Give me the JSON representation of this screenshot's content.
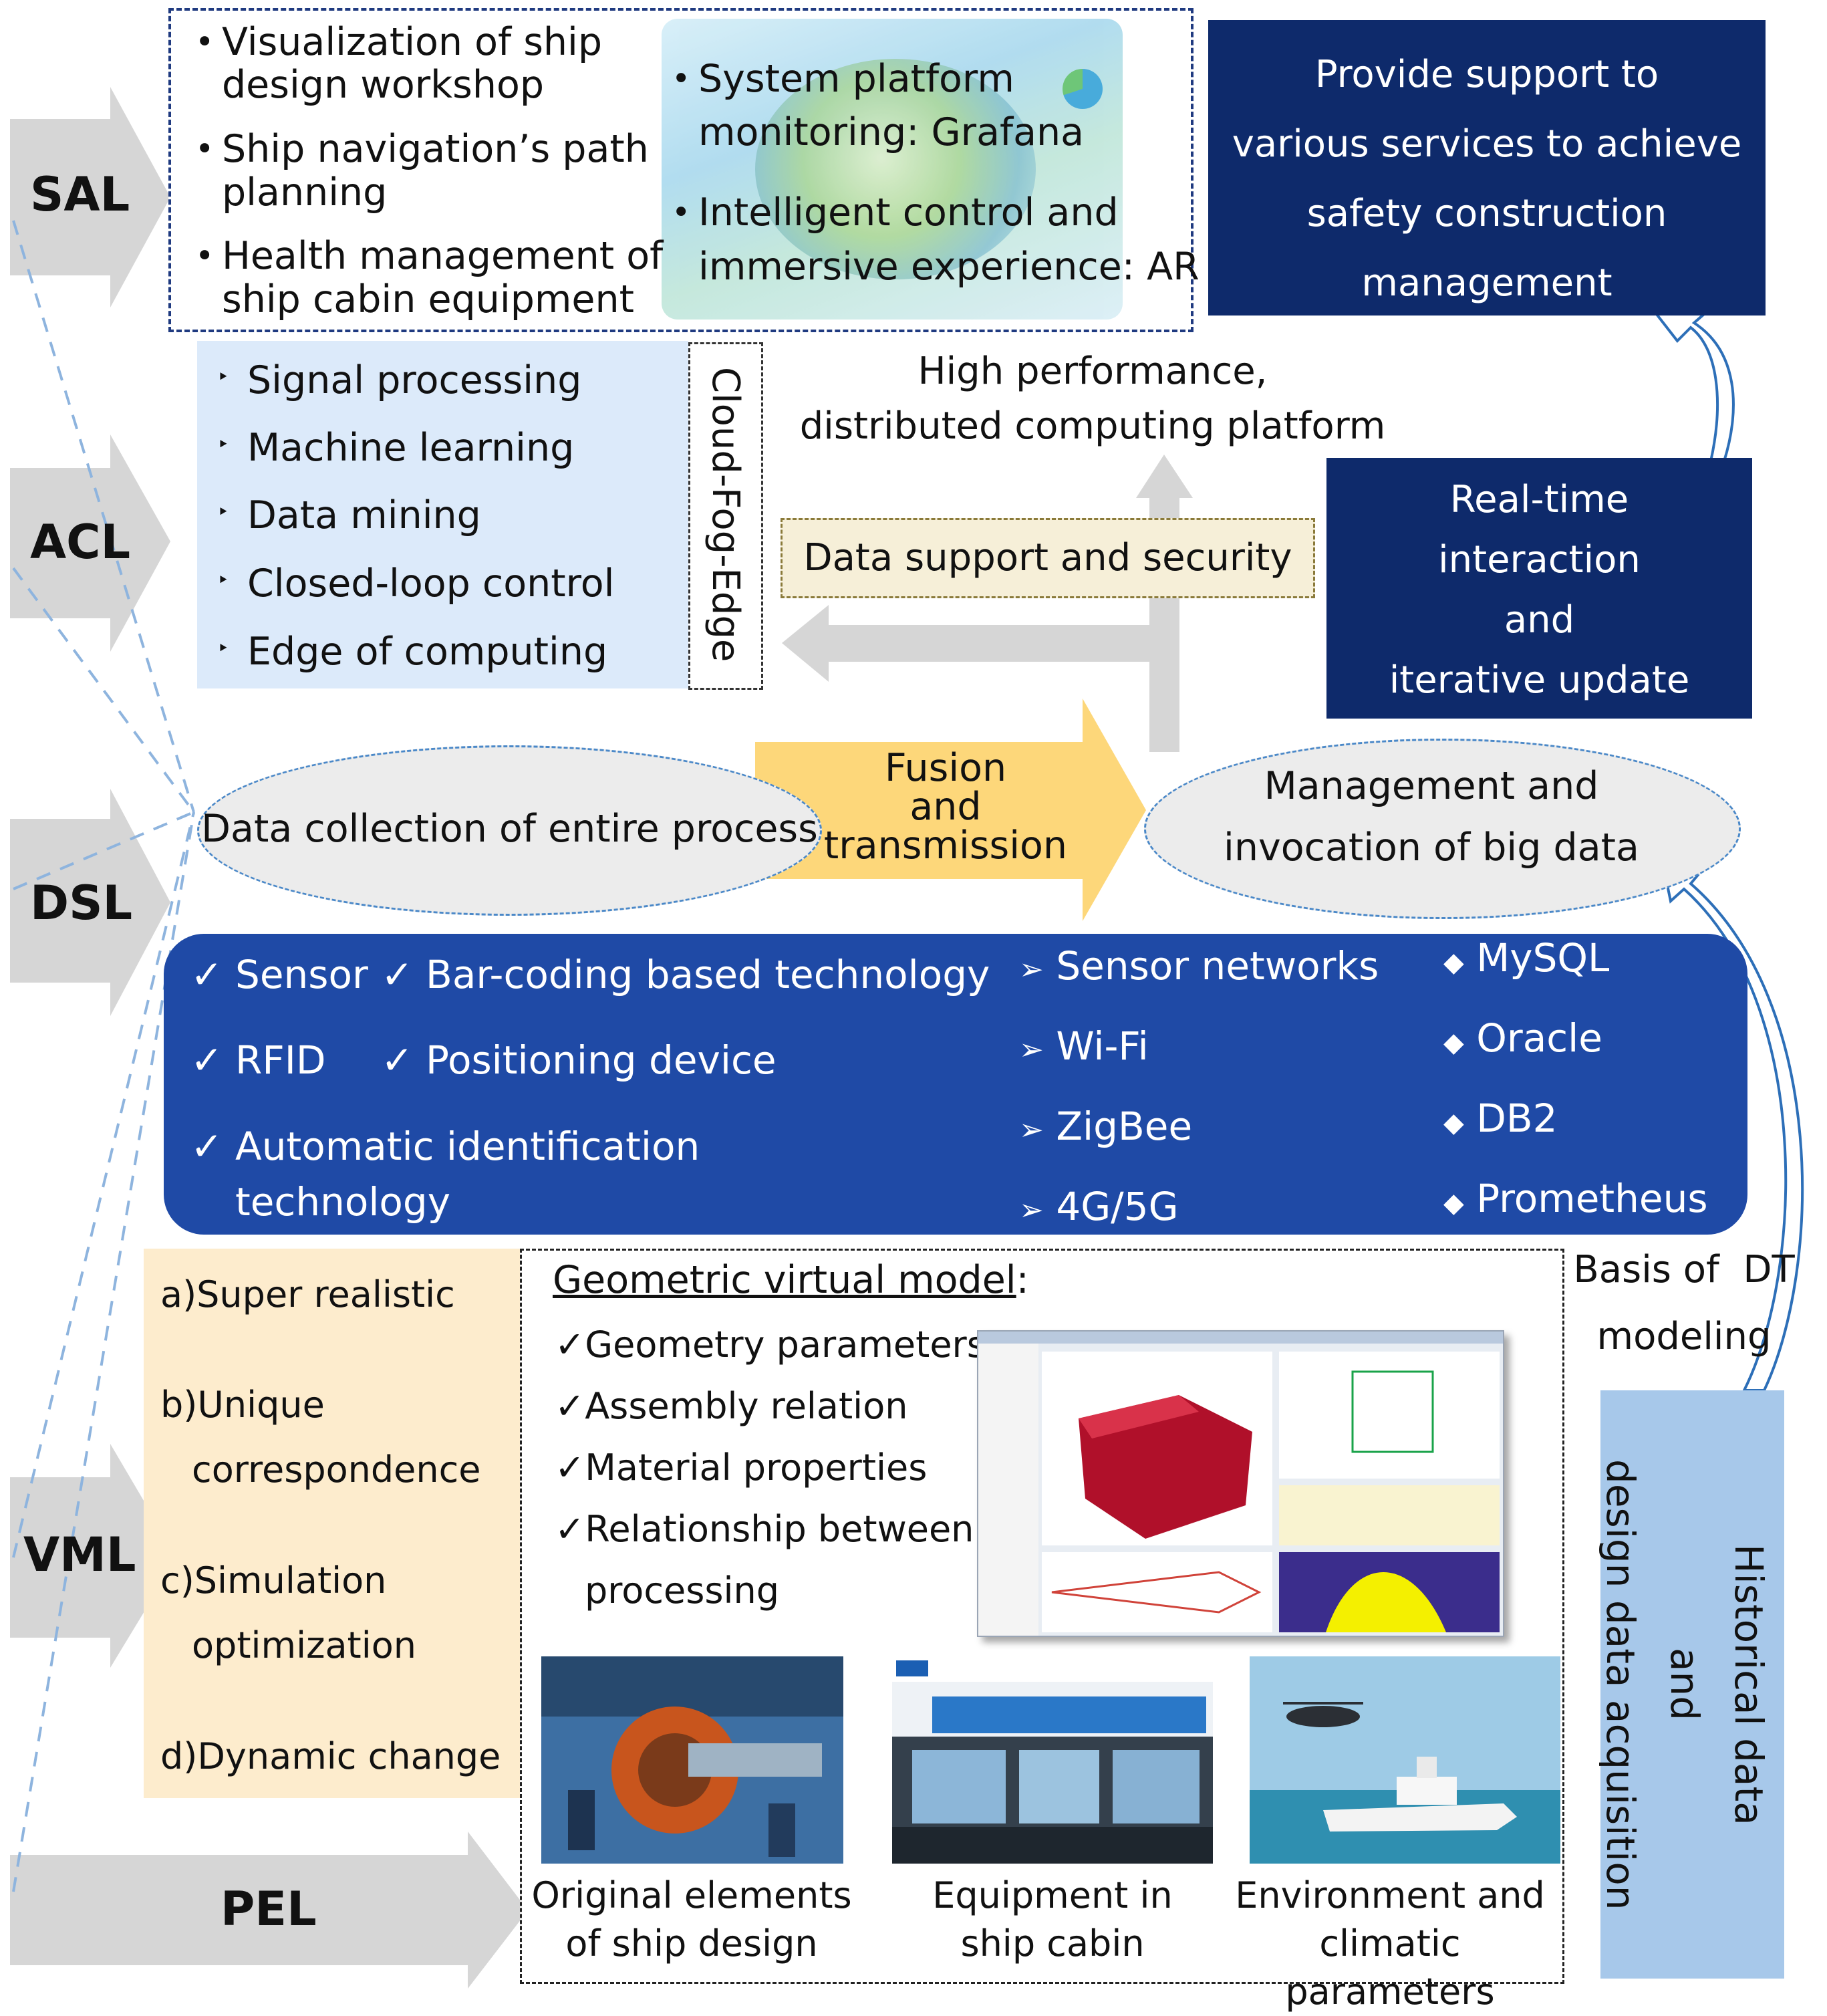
{
  "layers": {
    "sal": "SAL",
    "acl": "ACL",
    "dsl": "DSL",
    "vml": "VML",
    "pel": "PEL"
  },
  "sal": {
    "left_items": [
      "Visualization of ship",
      "design workshop",
      "Ship navigation’s path",
      "planning",
      "Health management of",
      "ship cabin equipment"
    ],
    "right_items": [
      "System platform",
      "monitoring: Grafana",
      "Intelligent control and",
      "immersive experience: AR"
    ]
  },
  "services_box": [
    "Provide support to",
    "various services to achieve",
    "safety construction",
    "management"
  ],
  "acl": {
    "items": [
      "Signal processing",
      "Machine learning",
      "Data mining",
      "Closed-loop control",
      "Edge of computing"
    ],
    "cloud_fog_edge": "Cloud-Fog-Edge"
  },
  "platform_label": [
    "High performance,",
    "distributed computing platform"
  ],
  "data_support": "Data support and security",
  "realtime_box": [
    "Real-time",
    "interaction",
    "and",
    "iterative update"
  ],
  "dsl": {
    "collection": "Data collection of entire process",
    "fusion": [
      "Fusion",
      "and",
      "transmission"
    ],
    "management": [
      "Management and",
      "invocation of big data"
    ],
    "checks": [
      "Sensor",
      "Bar-coding based technology",
      "RFID",
      "Positioning device",
      "Automatic identification",
      "technology"
    ],
    "networks": [
      "Sensor networks",
      "Wi-Fi",
      "ZigBee",
      "4G/5G"
    ],
    "databases": [
      "MySQL",
      "Oracle",
      "DB2",
      "Prometheus"
    ],
    "check_mark": "✓",
    "arrow_mark": "➢",
    "diamond_mark": "◆"
  },
  "basis_label": [
    "Basis of  DT",
    "modeling"
  ],
  "vml": {
    "items": [
      "a)Super realistic",
      "b)Unique",
      "correspondence",
      "c)Simulation",
      "optimization",
      "d)Dynamic change"
    ]
  },
  "geometric": {
    "title": "Geometric virtual model",
    "colon": ":",
    "items": [
      "✓Geometry parameters",
      "✓Assembly relation",
      "✓Material properties",
      "✓Relationship between",
      "processing"
    ]
  },
  "historical": [
    "Historical data",
    "and",
    "design data acquisition"
  ],
  "captions": {
    "original": [
      "Original elements",
      "of ship design"
    ],
    "equipment": [
      "Equipment in",
      "ship cabin"
    ],
    "environment": [
      "Environment and",
      "climatic parameters"
    ]
  },
  "colors": {
    "dark_navy": "#0e2a6b",
    "band_blue": "#1f4aa6",
    "light_blue": "#dceafa",
    "hist_blue": "#a7c8ea",
    "vml_yellow": "#fdeccd",
    "fusion_yellow": "#fdd77a",
    "gray_arrow": "#d6d6d6"
  }
}
